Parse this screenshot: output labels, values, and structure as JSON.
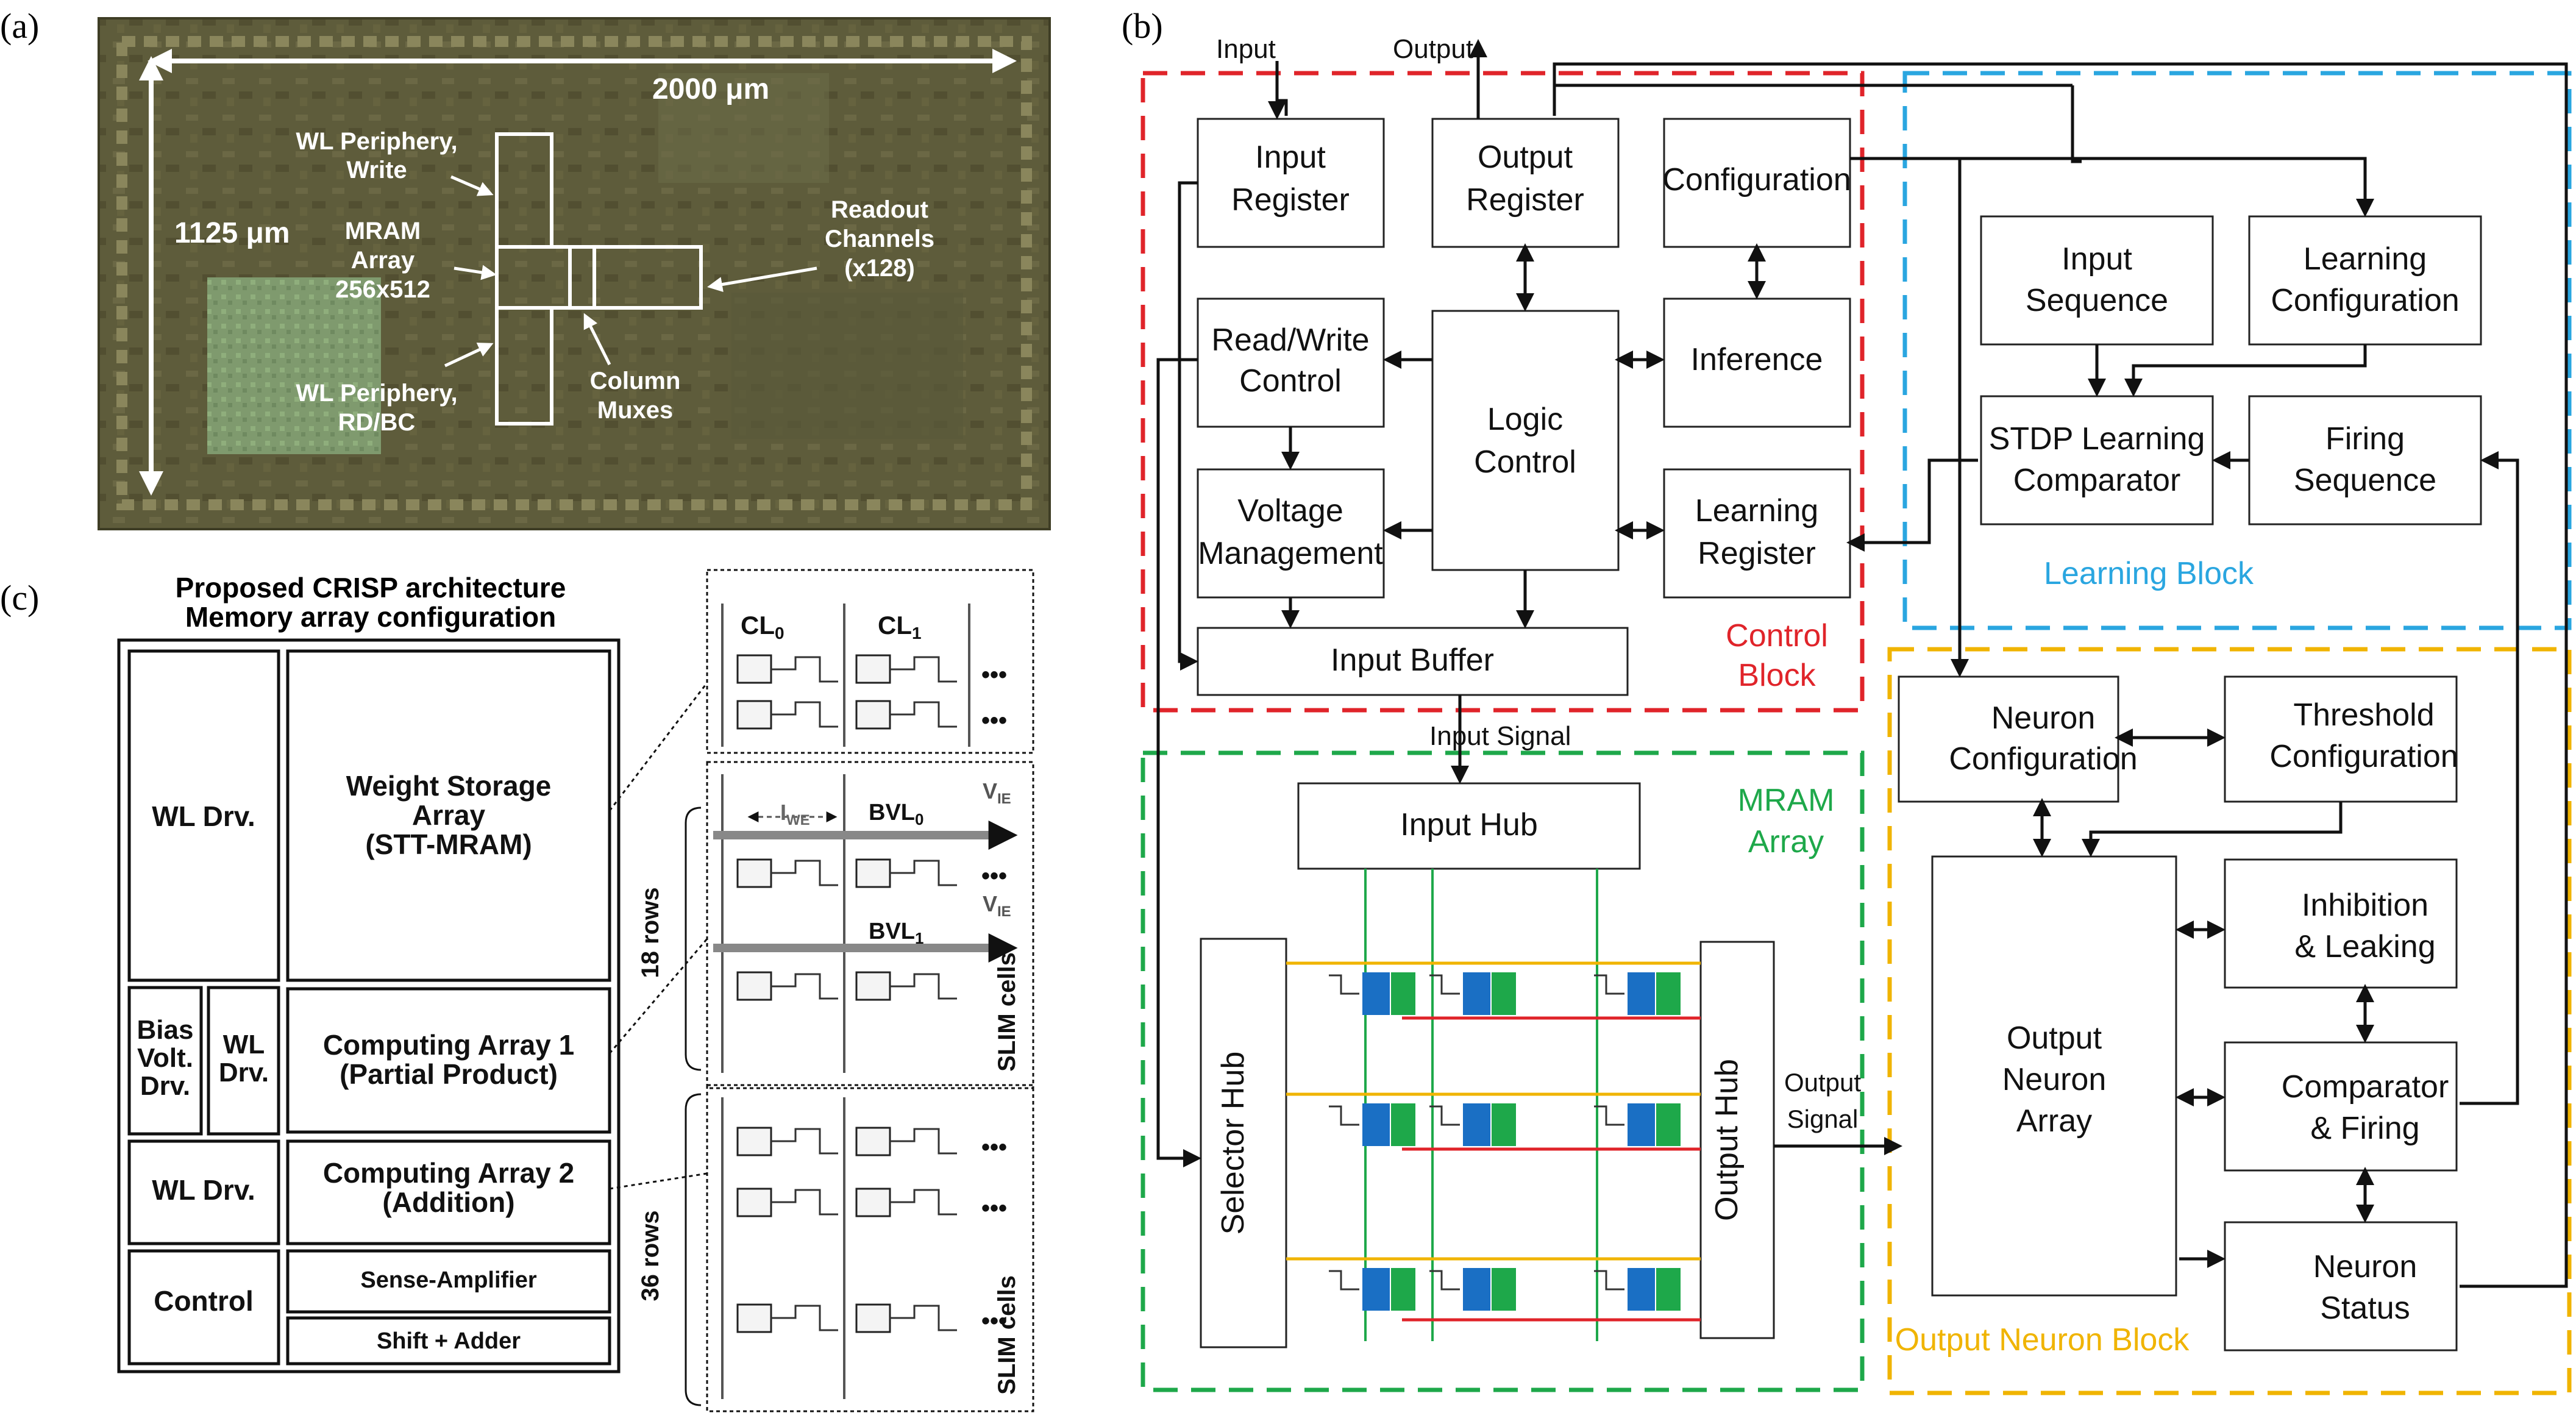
{
  "panel_a": {
    "tag": "(a)",
    "width_label": "2000 μm",
    "height_label": "1125 μm",
    "wl_write": [
      "WL Periphery,",
      "Write"
    ],
    "mram_array": [
      "MRAM",
      "Array",
      "256x512"
    ],
    "wl_rd": [
      "WL Periphery,",
      "RD/BC"
    ],
    "column_muxes": [
      "Column",
      "Muxes"
    ],
    "readout": [
      "Readout",
      "Channels",
      "(x128)"
    ]
  },
  "panel_b": {
    "tag": "(b)",
    "input": "Input",
    "output": "Output",
    "input_register": [
      "Input",
      "Register"
    ],
    "output_register": [
      "Output",
      "Register"
    ],
    "configuration": "Configuration",
    "read_write_control": [
      "Read/Write",
      "Control"
    ],
    "logic_control": [
      "Logic",
      "Control"
    ],
    "inference": "Inference",
    "voltage_management": [
      "Voltage",
      "Management"
    ],
    "learning_register": [
      "Learning",
      "Register"
    ],
    "input_buffer": "Input Buffer",
    "control_block": [
      "Control",
      "Block"
    ],
    "input_sequence": [
      "Input",
      "Sequence"
    ],
    "learning_configuration": [
      "Learning",
      "Configuration"
    ],
    "stdp": [
      "STDP Learning",
      "Comparator"
    ],
    "firing_sequence": [
      "Firing",
      "Sequence"
    ],
    "learning_block": "Learning Block",
    "input_signal": "Input Signal",
    "input_hub": "Input Hub",
    "mram_array": [
      "MRAM",
      "Array"
    ],
    "selector_hub": "Selector Hub",
    "output_hub": "Output Hub",
    "output_signal": [
      "Output",
      "Signal"
    ],
    "neuron_configuration": [
      "Neuron",
      "Configuration"
    ],
    "threshold_configuration": [
      "Threshold",
      "Configuration"
    ],
    "output_neuron_array": [
      "Output",
      "Neuron",
      "Array"
    ],
    "inhibition": [
      "Inhibition",
      "& Leaking"
    ],
    "comparator_firing": [
      "Comparator",
      "& Firing"
    ],
    "neuron_status": [
      "Neuron",
      "Status"
    ],
    "output_neuron_block": "Output Neuron Block"
  },
  "panel_c": {
    "tag": "(c)",
    "title": [
      "Proposed CRISP architecture",
      "Memory array configuration"
    ],
    "wl_drv": "WL Drv.",
    "weight_storage": [
      "Weight Storage",
      "Array",
      "(STT-MRAM)"
    ],
    "bias": [
      "Bias",
      "Volt.",
      "Drv."
    ],
    "wl_drv_short": [
      "WL",
      "Drv."
    ],
    "computing1": [
      "Computing Array 1",
      "(Partial Product)"
    ],
    "computing2": [
      "Computing Array 2",
      "(Addition)"
    ],
    "control": "Control",
    "sense_amp": "Sense-Amplifier",
    "shift_adder": "Shift + Adder",
    "cl0": "CL",
    "cl0_sub": "0",
    "cl1": "CL",
    "cl1_sub": "1",
    "i_we": "I",
    "i_we_sub": "WE",
    "bvl0": "BVL",
    "bvl0_sub": "0",
    "bvl1": "BVL",
    "bvl1_sub": "1",
    "vie": "V",
    "vie_sub": "IE",
    "rows18": "18 rows",
    "rows36": "36 rows",
    "slim_cells": "SLIM cells",
    "dots": "•••"
  }
}
